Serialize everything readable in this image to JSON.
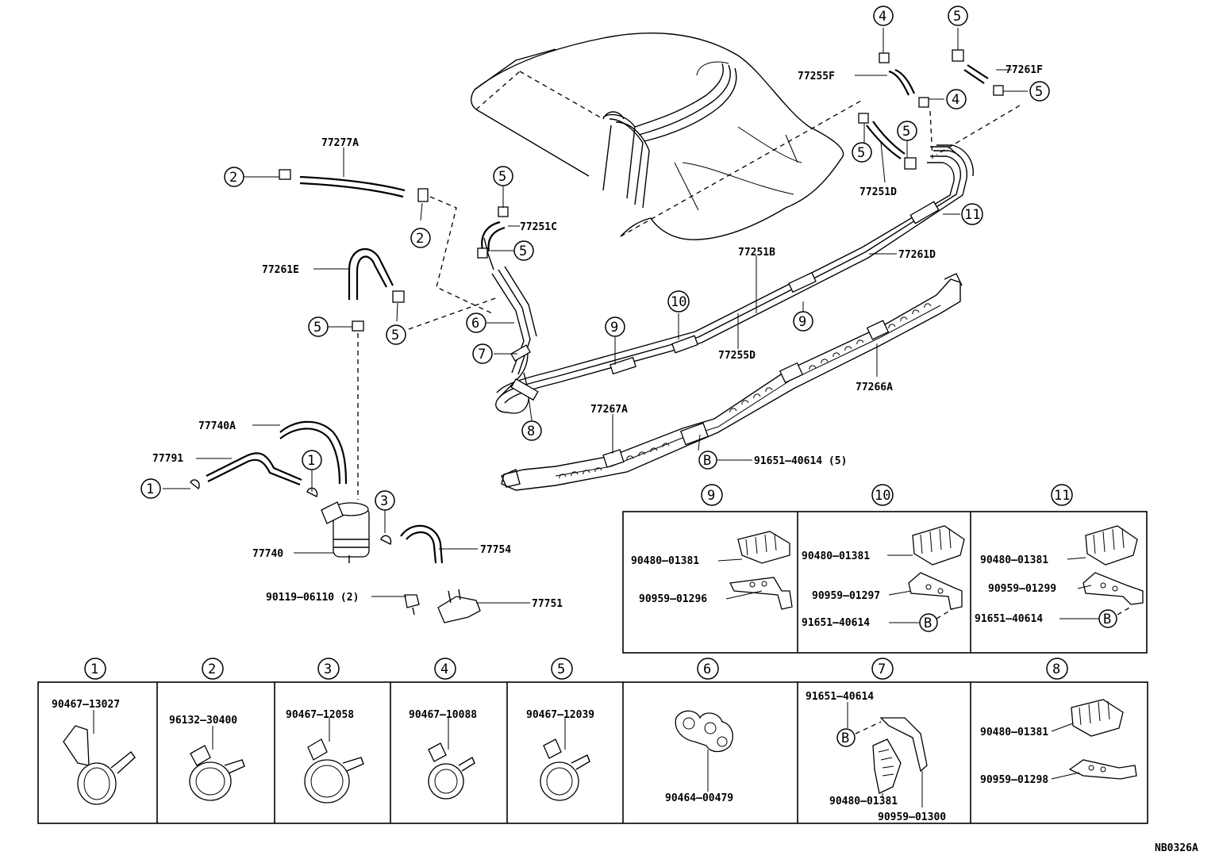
{
  "labels": {
    "p77277A": "77277A",
    "p77261E": "77261E",
    "p77251C": "77251C",
    "p77255F": "77255F",
    "p77261F": "77261F",
    "p77251D": "77251D",
    "p77251B": "77251B",
    "p77261D": "77261D",
    "p77255D": "77255D",
    "p77266A": "77266A",
    "p77267A": "77267A",
    "p91651_40614_5": "91651–40614 (5)",
    "p77740A": "77740A",
    "p77791": "77791",
    "p77740": "77740",
    "p77754": "77754",
    "p90119": "90119–06110 (2)",
    "p77751": "77751",
    "code": "NB0326A"
  },
  "circle_marks": {
    "one": "1",
    "two": "2",
    "three": "3",
    "four": "4",
    "five": "5",
    "six": "6",
    "seven": "7",
    "eight": "8",
    "nine": "9",
    "ten": "10",
    "eleven": "11",
    "b": "B"
  },
  "detail_boxes": {
    "b9": {
      "top": "90480–01381",
      "bottom": "90959–01296"
    },
    "b10": {
      "top": "90480–01381",
      "mid": "90959–01297",
      "bottom": "91651–40614"
    },
    "b11": {
      "top": "90480–01381",
      "mid": "90959–01299",
      "bottom": "91651–40614"
    },
    "b1": {
      "part": "90467–13027"
    },
    "b2": {
      "part": "96132–30400"
    },
    "b3": {
      "part": "90467–12058"
    },
    "b4": {
      "part": "90467–10088"
    },
    "b5": {
      "part": "90467–12039"
    },
    "b6": {
      "part": "90464–00479"
    },
    "b7": {
      "top": "91651–40614",
      "mid": "90480–01381",
      "bottom": "90959–01300"
    },
    "b8": {
      "top": "90480–01381",
      "bottom": "90959–01298"
    }
  }
}
